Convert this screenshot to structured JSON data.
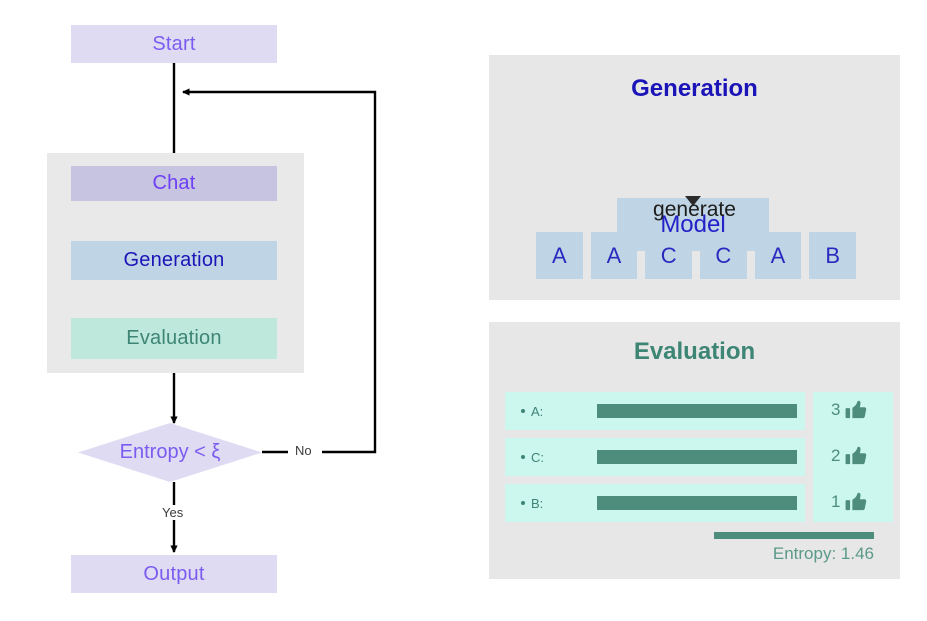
{
  "flow": {
    "nodes": [
      {
        "id": "start",
        "label": "Start"
      },
      {
        "id": "chat",
        "label": "Chat"
      },
      {
        "id": "generation",
        "label": "Generation"
      },
      {
        "id": "evaluation",
        "label": "Evaluation"
      },
      {
        "id": "decision",
        "label": "Entropy < ξ"
      },
      {
        "id": "output",
        "label": "Output"
      }
    ],
    "edges": [
      {
        "from": "decision",
        "to": "output",
        "label": "Yes"
      },
      {
        "from": "decision",
        "to": "chat",
        "label": "No"
      }
    ],
    "colors": {
      "start_bg": "#dedbf2",
      "start_text": "#7c5cf0",
      "chat_bg": "#c7c4e2",
      "chat_text": "#6d3ff5",
      "generation_bg": "#bfd4e4",
      "generation_text": "#1b14b8",
      "evaluation_bg": "#bfe8dd",
      "evaluation_text": "#3d8574",
      "group_bg": "#e9e9e9",
      "decision_bg": "#dedbf2",
      "arrow": "#000000"
    }
  },
  "generation_panel": {
    "title": "Generation",
    "model_label": "Model",
    "generate_label": "generate",
    "tokens": [
      "A",
      "A",
      "C",
      "C",
      "A",
      "B"
    ],
    "panel_bg": "#e7e7e7",
    "token_bg": "#bfd4e4",
    "token_text": "#2a2ac0"
  },
  "evaluation_panel": {
    "title": "Evaluation",
    "rows": [
      {
        "label": "A:",
        "votes": "3",
        "bar_pct": 100
      },
      {
        "label": "C:",
        "votes": "2",
        "bar_pct": 100
      },
      {
        "label": "B:",
        "votes": "1",
        "bar_pct": 100
      }
    ],
    "entropy_label": "Entropy: 1.46",
    "entropy_value": 1.46,
    "thumb_icon": "thumbs-up-icon",
    "panel_bg": "#e7e7e7",
    "row_bg": "#ccf7ee",
    "bar_color": "#4e8d7c",
    "title_color": "#3d8574"
  }
}
